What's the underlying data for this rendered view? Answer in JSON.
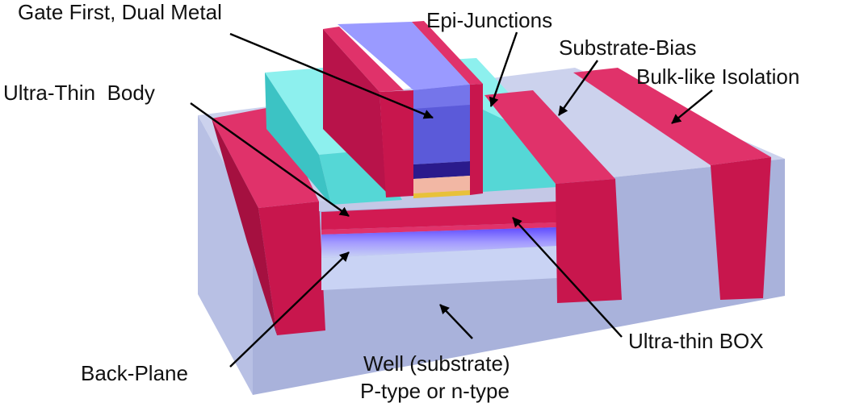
{
  "labels": {
    "gate": "Gate First, Dual Metal",
    "epi": "Epi-Junctions",
    "substrate_bias": "Substrate-Bias",
    "isolation": "Bulk-like Isolation",
    "utb": "Ultra-Thin  Body",
    "back_plane": "Back-Plane",
    "box": "Ultra-thin BOX",
    "well_line1": "Well (substrate)",
    "well_line2": "P-type or n-type"
  },
  "colors": {
    "substrate": "#a9b2db",
    "sti_crimson": "#c8164d",
    "source_drain_cyan": "#55d7d6",
    "gate_metal_blue": "#6a6ae6",
    "gate_oxide_navy": "#2a1a8c",
    "interlayer_peach": "#f2b7a4",
    "box_glow": "#8a7cff"
  }
}
